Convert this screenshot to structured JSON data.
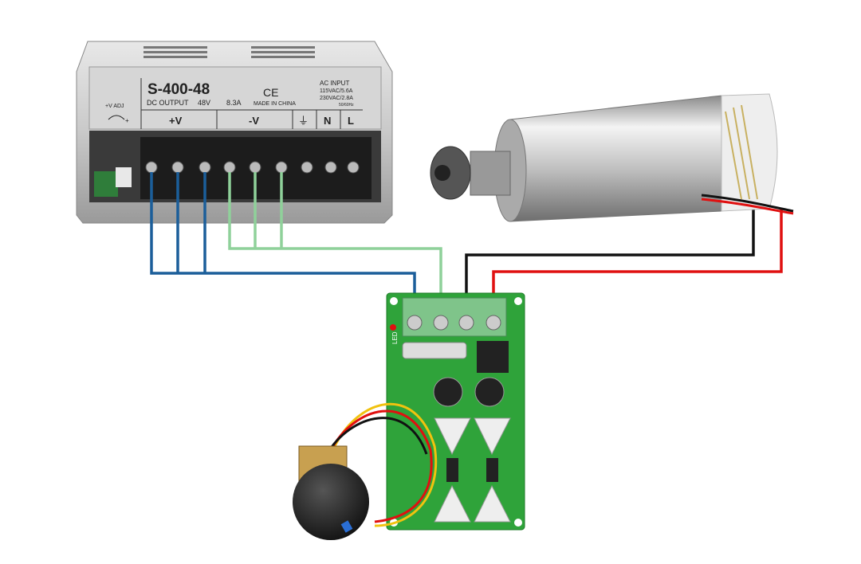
{
  "power_supply": {
    "model": "S-400-48",
    "dc_output_label": "DC OUTPUT",
    "voltage": "48V",
    "current": "8.3A",
    "ce_mark": "CE",
    "made_in": "MADE IN CHINA",
    "ac_input_title": "AC INPUT",
    "ac_input_1": "115VAC/5.6A",
    "ac_input_2": "230VAC/2.8A",
    "frequency": "50/60Hz",
    "adj_label": "+V ADJ",
    "adj_plus": "+",
    "terminals": [
      "+V",
      "-V",
      "⏚",
      "N",
      "L"
    ]
  },
  "controller": {
    "led_label": "LED"
  },
  "wire_colors": {
    "positive_supply": "#1b5e9a",
    "negative_supply": "#8fd19a",
    "motor_black": "#111111",
    "motor_red": "#e01010",
    "board": "#2fa33a"
  }
}
